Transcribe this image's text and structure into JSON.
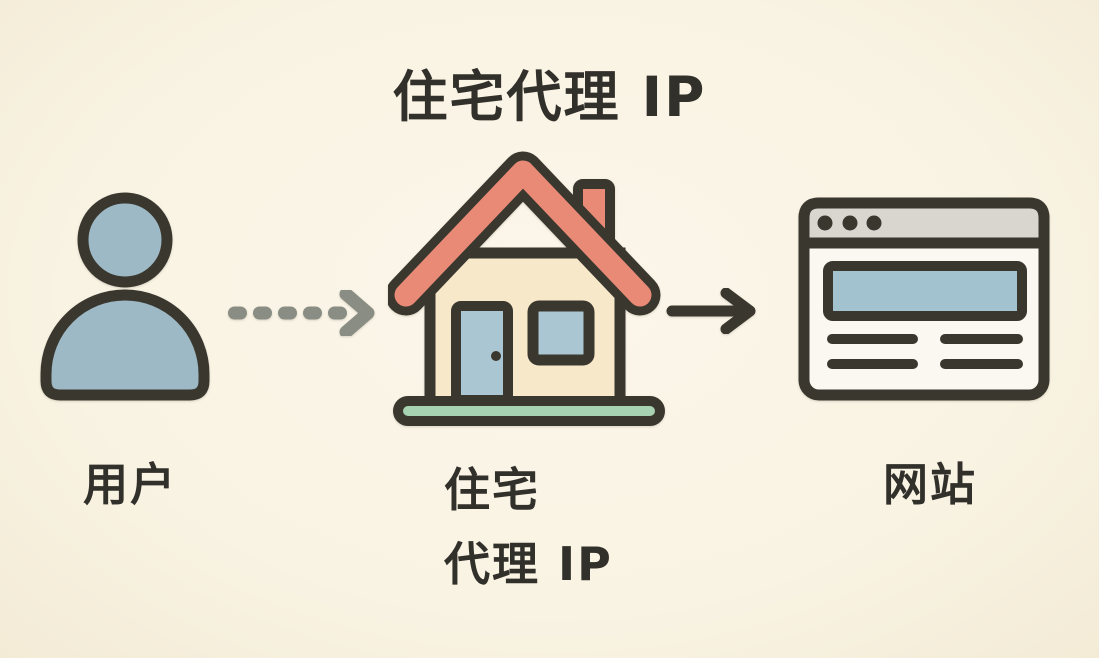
{
  "title": "住宅代理 IP",
  "nodes": {
    "user": {
      "label": "用户",
      "icon": "user-icon"
    },
    "proxy": {
      "label_line1": "住宅",
      "label_line2": "代理 IP",
      "icon": "house-icon"
    },
    "website": {
      "label": "网站",
      "icon": "browser-icon"
    }
  },
  "arrows": [
    {
      "from": "user",
      "to": "proxy",
      "style": "dashed",
      "icon": "dashed-arrow-icon"
    },
    {
      "from": "proxy",
      "to": "website",
      "style": "solid",
      "icon": "solid-arrow-icon"
    }
  ],
  "colors": {
    "background": "#f9f3e3",
    "bg_light": "#fbf6ea",
    "bg_edge": "#f3ebd6",
    "outline": "#3a372f",
    "text": "#32302a",
    "user_fill": "#9db9c6",
    "roof": "#e98a76",
    "wall": "#f8e8ca",
    "door": "#a9c6d2",
    "ground": "#a8d3b2",
    "browser_bar": "#d9d6cf",
    "browser_body": "#fbf8f1",
    "browser_banner": "#a3c2cf",
    "dashed_arrow": "#8a8d84",
    "solid_arrow": "#3a372f"
  }
}
